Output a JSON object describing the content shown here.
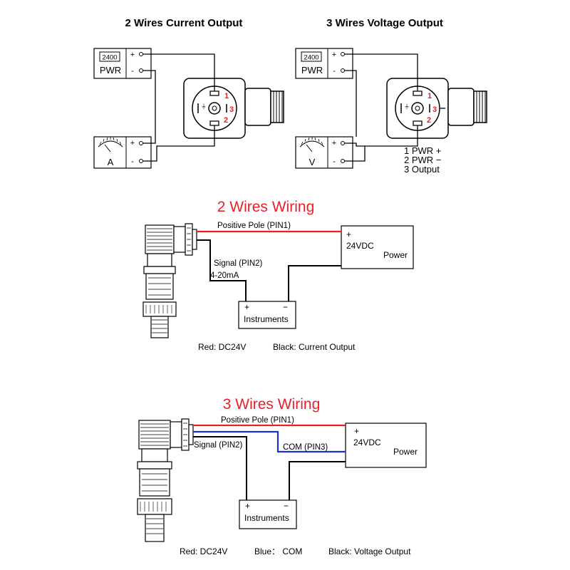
{
  "top": {
    "left": {
      "title": "2 Wires Current Output",
      "pwr_display": "2400",
      "pwr_label": "PWR",
      "meter_label": "A",
      "plus": "+",
      "minus": "-"
    },
    "right": {
      "title": "3 Wires Voltage Output",
      "pwr_display": "2400",
      "pwr_label": "PWR",
      "meter_label": "V",
      "plus": "+",
      "minus": "-",
      "pin_legend": [
        "1 PWR +",
        "2 PWR −",
        "3 Output"
      ]
    },
    "connector_pins": [
      "1",
      "2",
      "3"
    ]
  },
  "wiring2": {
    "title": "2 Wires Wiring",
    "positive_label": "Positive Pole (PIN1)",
    "signal_label": "Signal (PIN2)",
    "current_label": "4-20mA",
    "power_plus": "+",
    "power_voltage": "24VDC",
    "power_label": "Power",
    "instr_plus": "+",
    "instr_minus": "−",
    "instr_label": "Instruments",
    "legend_red": "Red: DC24V",
    "legend_black": "Black: Current Output"
  },
  "wiring3": {
    "title": "3 Wires Wiring",
    "positive_label": "Positive Pole (PIN1)",
    "signal_label": "Signal (PIN2)",
    "com_label": "COM (PIN3)",
    "power_plus": "+",
    "power_voltage": "24VDC",
    "power_label": "Power",
    "instr_plus": "+",
    "instr_minus": "−",
    "instr_label": "Instruments",
    "legend_red": "Red: DC24V",
    "legend_blue": "Blue： COM",
    "legend_black": "Black: Voltage Output"
  },
  "colors": {
    "red_wire": "#e8202a",
    "blue_wire": "#1f2fd8",
    "title_red": "#e8202a",
    "pin_red": "#e8202a"
  }
}
